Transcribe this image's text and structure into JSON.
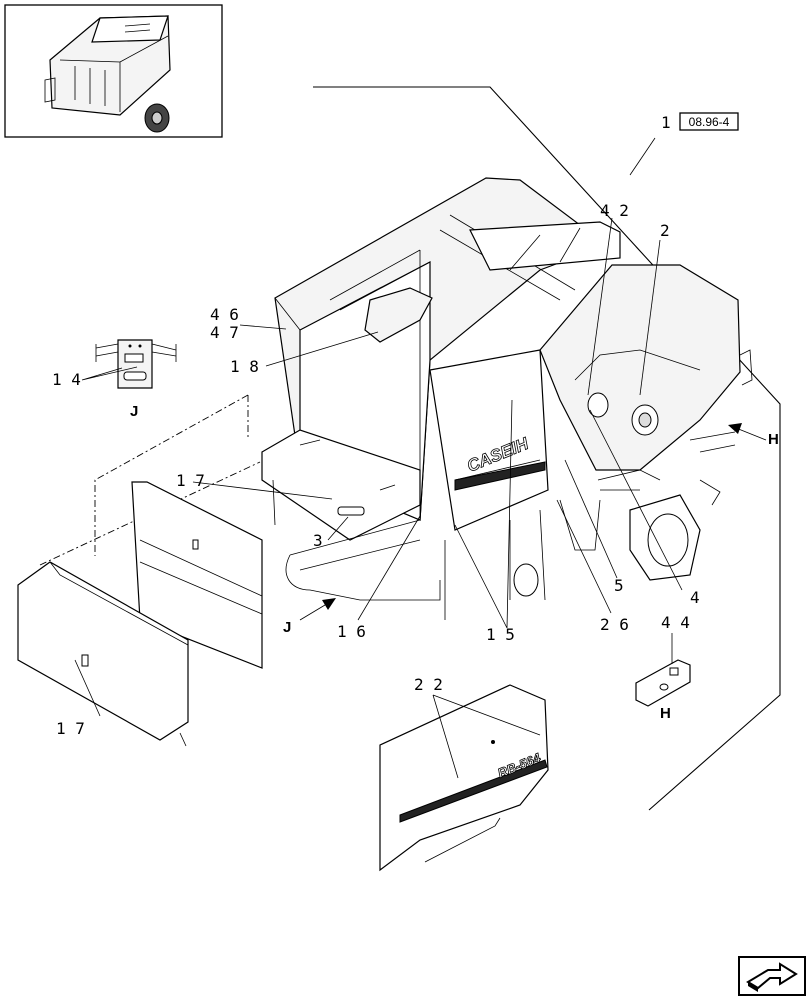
{
  "callouts": {
    "c1": "1",
    "c2": "2",
    "c3": "3",
    "c4": "4",
    "c5": "5",
    "c14": "1 4",
    "c15": "1 5",
    "c16": "1 6",
    "c17a": "1 7",
    "c17b": "1 7",
    "c18": "1 8",
    "c22": "2 2",
    "c26": "2 6",
    "c42": "4 2",
    "c44": "4 4",
    "c46": "4 6",
    "c47": "4 7"
  },
  "view_letters": {
    "j_detail": "J",
    "j_arrow": "J",
    "h_arrow": "H",
    "h_detail": "H"
  },
  "reference_box": "08.96-4",
  "decals": {
    "brand": "CASEIH",
    "model": "RB-564"
  },
  "icons": {
    "overview": "baler-overview-thumbnail-icon",
    "nav": "next-page-arrow-icon"
  }
}
